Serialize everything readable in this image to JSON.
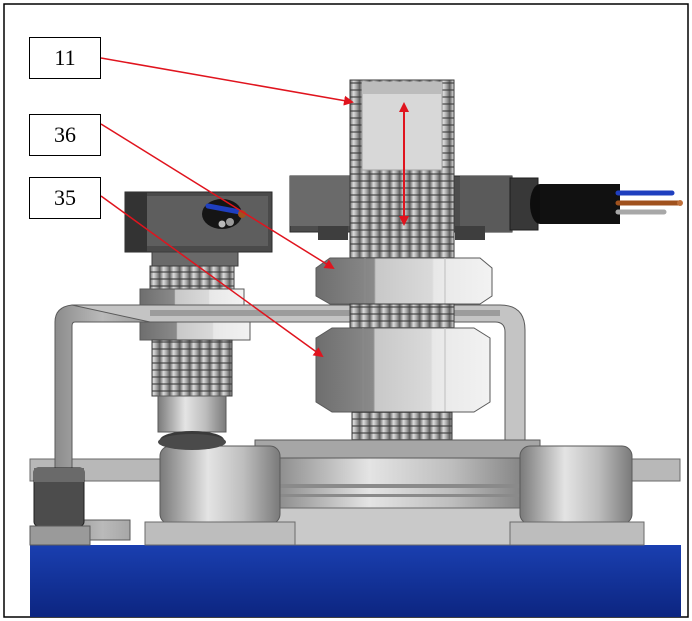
{
  "labels": {
    "callout_11": "11",
    "callout_36": "36",
    "callout_35": "35"
  },
  "colors": {
    "leader_line": "#e0141e",
    "base_plate": "#0f2d8f",
    "metal_dark": "#5a5a5a",
    "metal_mid": "#9c9c9c",
    "metal_light": "#d9d9d9",
    "cable_jacket": "#111111",
    "wire_blue": "#1f3fbf",
    "wire_brown": "#a0521e",
    "wire_grey": "#b0b0b0"
  },
  "icons": {
    "dimension_arrow": "double-headed-arrow-icon"
  }
}
